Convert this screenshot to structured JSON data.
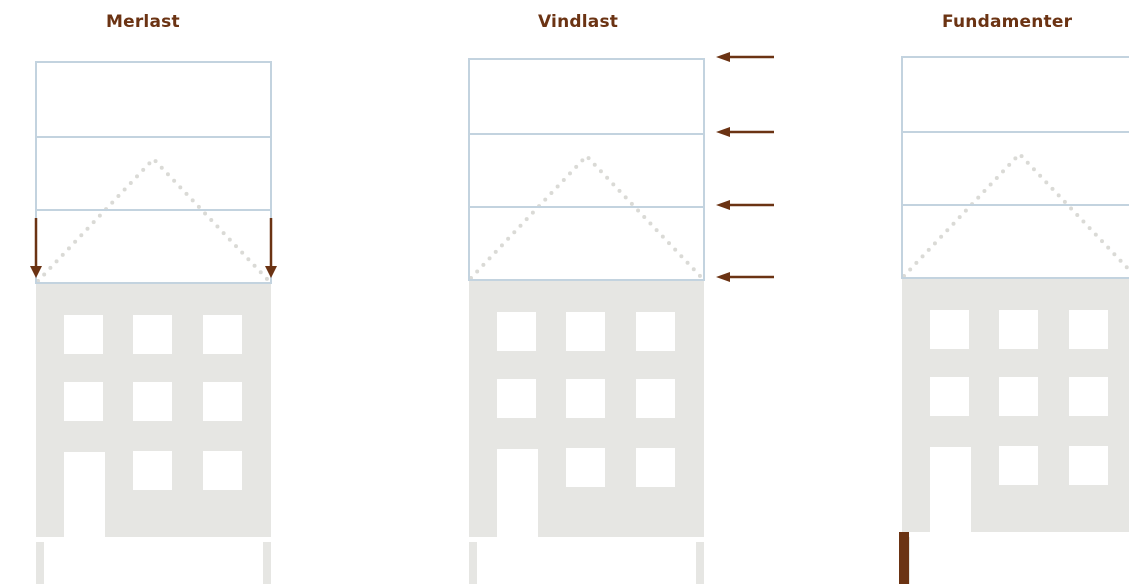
{
  "colors": {
    "accent": "#6b3313",
    "building": "#e6e6e3",
    "new_storeys_outline": "#c3d3df",
    "roof_dots": "#dadad6",
    "window": "#ffffff",
    "background": "#ffffff"
  },
  "panels": [
    {
      "id": "merlast",
      "title": "Merlast",
      "indicator": "downward-load-arrows"
    },
    {
      "id": "vindlast",
      "title": "Vindlast",
      "indicator": "horizontal-wind-arrows"
    },
    {
      "id": "fundamenter",
      "title": "Fundamenter",
      "indicator": "foundation-marker"
    }
  ],
  "building": {
    "existing_storeys": 3,
    "window_columns": 3,
    "added_storeys": 3,
    "former_roof": "dotted-gable",
    "has_door": true
  }
}
